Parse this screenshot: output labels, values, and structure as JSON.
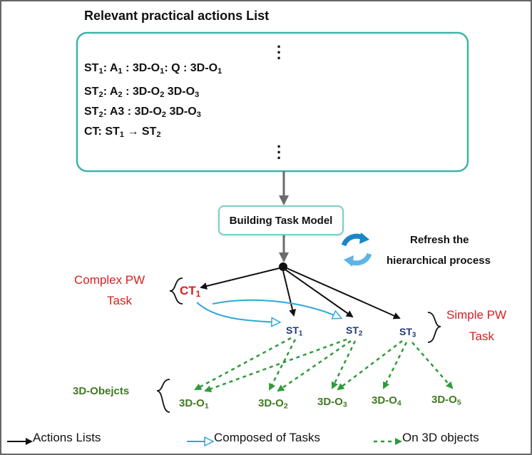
{
  "title": "Relevant practical actions List",
  "list_lines": [
    {
      "p1": "ST",
      "s1": "1",
      "p2": ": A",
      "s2": "1",
      "p3": " : 3D-O",
      "s3": "1",
      "p4": ": Q : 3D-O",
      "s4": "1",
      "p5": ""
    },
    {
      "p1": "ST",
      "s1": "2",
      "p2": ": A",
      "s2": "2",
      "p3": " : 3D-O",
      "s3": "2",
      "p4": " 3D-O",
      "s4": "3",
      "p5": ""
    },
    {
      "p1": "ST",
      "s1": "2",
      "p2": ": A3 : 3D-O",
      "s2": "2",
      "p3": " 3D-O",
      "s3": "3",
      "p4": "",
      "s4": "",
      "p5": ""
    },
    {
      "p1": "CT: ST",
      "s1": "1",
      "p2": " → ST",
      "s2": "2",
      "p3": "",
      "s3": "",
      "p4": "",
      "s4": "",
      "p5": ""
    }
  ],
  "build_box": "Building Task Model",
  "refresh": {
    "line1": "Refresh the",
    "line2": "hierarchical process"
  },
  "complex": {
    "line1": "Complex PW",
    "line2": "Task",
    "node_main": "CT",
    "node_sub": "1"
  },
  "simple": {
    "line1": "Simple PW",
    "line2": "Task"
  },
  "subtasks": [
    {
      "main": "ST",
      "sub": "1"
    },
    {
      "main": "ST",
      "sub": "2"
    },
    {
      "main": "ST",
      "sub": "3"
    }
  ],
  "objects_label": "3D-Obejcts",
  "objects": [
    {
      "main": "3D-O",
      "sub": "1"
    },
    {
      "main": "3D-O",
      "sub": "2"
    },
    {
      "main": "3D-O",
      "sub": "3"
    },
    {
      "main": "3D-O",
      "sub": "4"
    },
    {
      "main": "3D-O",
      "sub": "5"
    }
  ],
  "legend": {
    "actions": "Actions Lists",
    "composed": "Composed of Tasks",
    "on3d": "On 3D objects"
  },
  "colors": {
    "teal_border": "#3fb3a8",
    "red": "#d62020",
    "navy": "#1f3a73",
    "green": "#3f7a22",
    "blue_arrow": "#2ea8d8",
    "refresh_blue": "#1a86c8"
  }
}
